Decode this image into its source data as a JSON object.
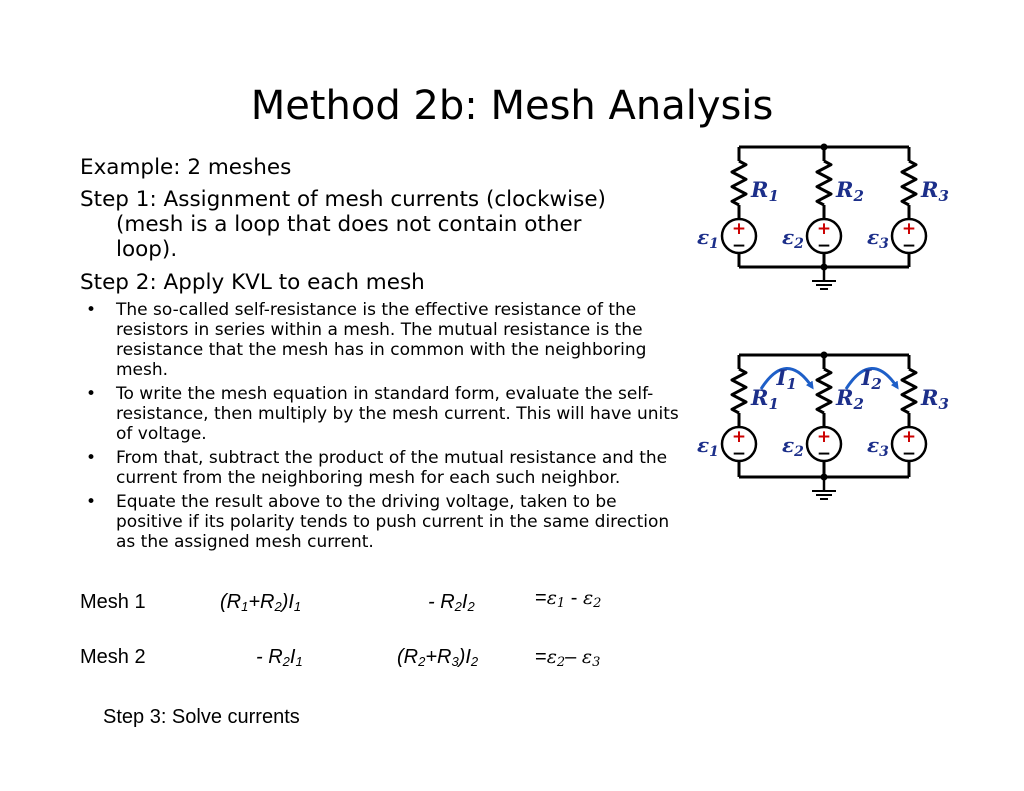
{
  "title": "Method 2b:  Mesh Analysis",
  "example": "Example:  2 meshes",
  "step1": {
    "line1": "Step 1:  Assignment of mesh currents (clockwise)",
    "line2": "(mesh is a loop that does not contain other",
    "line3": "loop)."
  },
  "step2": "Step 2:  Apply KVL to each mesh",
  "bullets": [
    "The so-called self-resistance is the effective resistance of the resistors in series within a mesh. The mutual resistance is the resistance that the mesh has in common with the neighboring mesh.",
    "To write the mesh equation in standard form, evaluate the self-resistance, then multiply by the mesh current. This will have units of voltage.",
    "From that, subtract the product of the mutual resistance and the current from the neighboring mesh for each such neighbor.",
    "Equate the result above to the driving voltage, taken to be positive if its polarity tends to push current in the same direction as the assigned mesh current."
  ],
  "bullet_symbol": "•",
  "equations": {
    "mesh1": {
      "label": "Mesh 1",
      "term1": "(R1+R2)I1",
      "term2": "- R2I2",
      "rhs": "=ε1 - ε2"
    },
    "mesh2": {
      "label": "Mesh 2",
      "term1": "- R2I1",
      "term2": "(R2+R3)I2",
      "rhs": "=ε2– ε3"
    }
  },
  "step3": "Step 3:  Solve currents",
  "circuit": {
    "resistor_labels": [
      "R1",
      "R2",
      "R3"
    ],
    "source_labels": [
      "ε1",
      "ε2",
      "ε3"
    ],
    "current_labels": [
      "I1",
      "I2"
    ],
    "plus_sign": "+",
    "minus_sign": "−",
    "colors": {
      "wire": "#000000",
      "source": "#cc0000",
      "arrow": "#1e5fc8",
      "label": "#1c2f8a"
    }
  }
}
